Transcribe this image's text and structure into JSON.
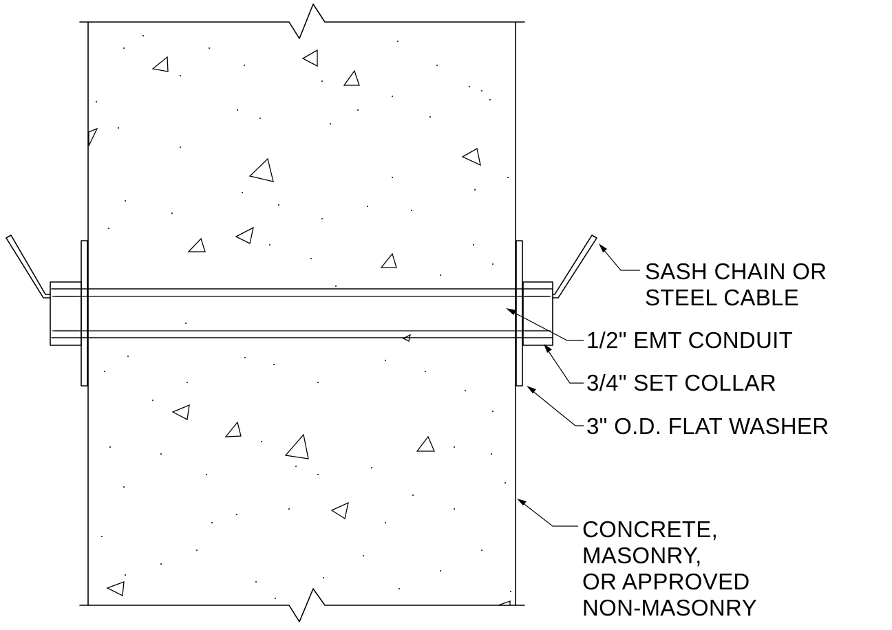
{
  "callouts": {
    "chain": {
      "lines": [
        "SASH CHAIN OR",
        "STEEL CABLE"
      ]
    },
    "conduit": {
      "lines": [
        "1/2\" EMT CONDUIT"
      ]
    },
    "collar": {
      "lines": [
        "3/4\" SET COLLAR"
      ]
    },
    "washer": {
      "lines": [
        "3\" O.D. FLAT WASHER"
      ]
    },
    "wall": {
      "lines": [
        "CONCRETE,",
        "MASONRY,",
        "OR APPROVED",
        "NON-MASONRY"
      ]
    }
  }
}
